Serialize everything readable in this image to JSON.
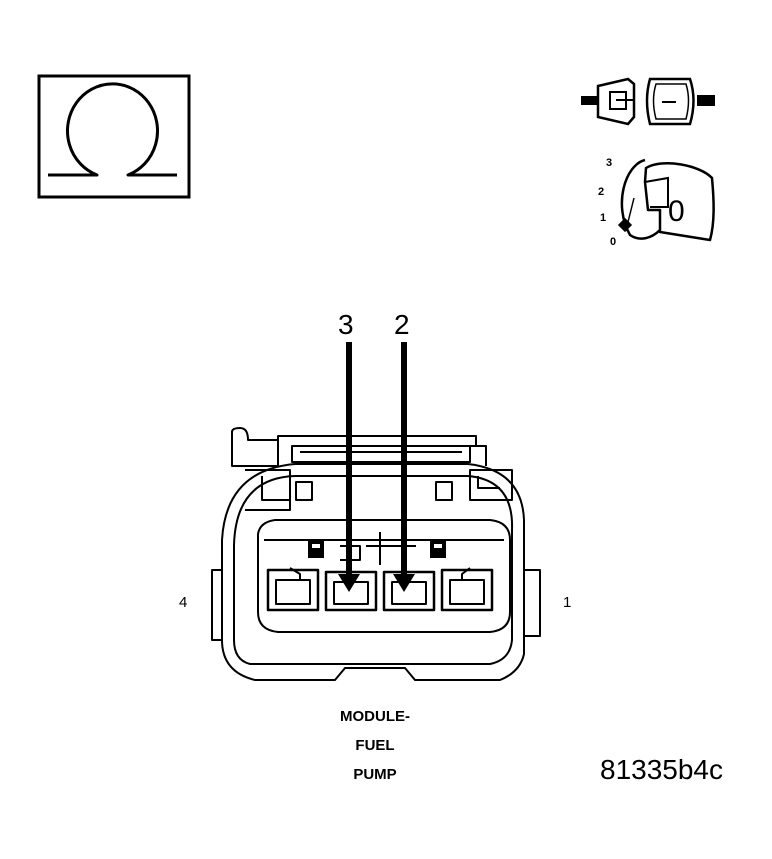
{
  "meter_symbol": "ohm",
  "ignition": {
    "positions": [
      "3",
      "2",
      "1",
      "0"
    ],
    "selected": "0",
    "key_text": "0"
  },
  "connector": {
    "pin_left": "4",
    "pin_right": "1",
    "probe_labels": [
      "3",
      "2"
    ],
    "caption_lines": [
      "MODULE-",
      "FUEL",
      "PUMP"
    ]
  },
  "figure_id": "81335b4c",
  "colors": {
    "line": "#000000",
    "background": "#ffffff"
  }
}
